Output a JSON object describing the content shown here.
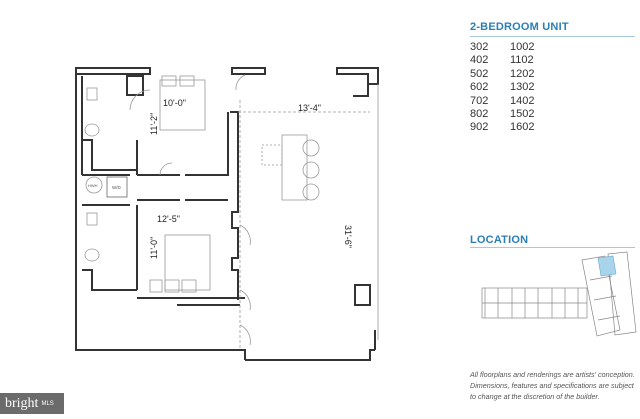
{
  "unit_list": {
    "title": "2-BEDROOM UNIT",
    "units": [
      [
        "302",
        "1002"
      ],
      [
        "402",
        "1102"
      ],
      [
        "502",
        "1202"
      ],
      [
        "602",
        "1302"
      ],
      [
        "702",
        "1402"
      ],
      [
        "802",
        "1502"
      ],
      [
        "902",
        "1602"
      ]
    ]
  },
  "location": {
    "title": "LOCATION"
  },
  "disclaimer": {
    "line1": "All floorplans and renderings are artists' conception.",
    "line2": "Dimensions, features and specifications are subject",
    "line3": "to change at the discretion of the builder."
  },
  "floorplan": {
    "dimensions": {
      "bedroom1_width": "10'-0\"",
      "bedroom1_depth": "11'-2\"",
      "living_width": "13'-4\"",
      "living_depth": "31'-6\"",
      "bedroom2_width": "12'-5\"",
      "bedroom2_depth": "11'-0\""
    },
    "labels": {
      "water_heater": "HWH",
      "washer_dryer": "W/D"
    }
  },
  "watermark": {
    "brand": "bright",
    "suffix": "MLS"
  },
  "colors": {
    "heading": "#2a7fb5",
    "highlight": "#a8d4ec"
  }
}
